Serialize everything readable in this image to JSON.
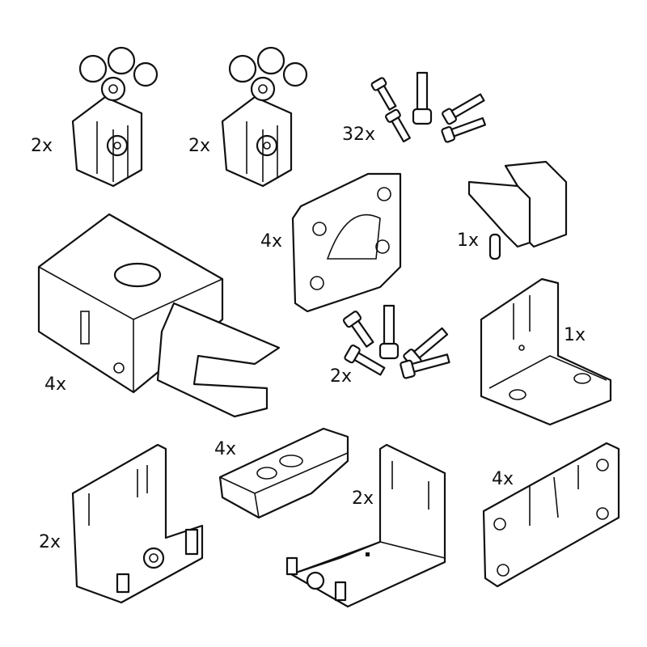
{
  "title": "Hardware kit contents",
  "parts": [
    {
      "id": "roller-carriage-a",
      "qty": "2x"
    },
    {
      "id": "roller-carriage-b",
      "qty": "2x"
    },
    {
      "id": "small-screws",
      "qty": "32x"
    },
    {
      "id": "square-plate",
      "qty": "4x"
    },
    {
      "id": "stopper-block",
      "qty": "1x"
    },
    {
      "id": "soft-close-damper",
      "qty": "4x"
    },
    {
      "id": "large-screws",
      "qty": "2x"
    },
    {
      "id": "angle-bracket",
      "qty": "1x"
    },
    {
      "id": "clamp-block",
      "qty": "4x"
    },
    {
      "id": "u-bracket-b",
      "qty": "2x"
    },
    {
      "id": "mounting-plate",
      "qty": "4x"
    },
    {
      "id": "u-bracket-a",
      "qty": "2x"
    }
  ],
  "colors": {
    "line": "#111111",
    "fill": "#ffffff"
  }
}
